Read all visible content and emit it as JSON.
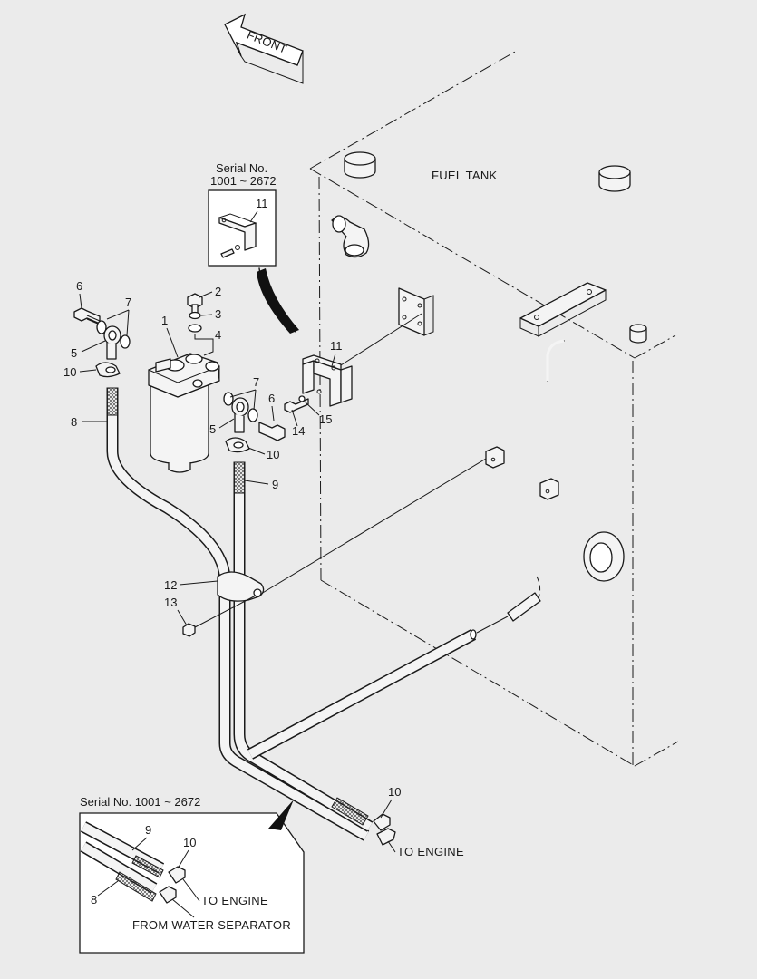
{
  "front_arrow": {
    "label": "FRONT"
  },
  "fuel_tank": {
    "label": "FUEL TANK"
  },
  "detail_top": {
    "serial_line1": "Serial No.",
    "serial_line2": "1001 ~ 2672",
    "callout": "11"
  },
  "detail_bottom": {
    "serial": "Serial No. 1001 ~ 2672",
    "callouts": {
      "hose_9": "9",
      "clamp_10": "10",
      "hose_8": "8"
    },
    "to_engine": "TO ENGINE",
    "from_water_separator": "FROM WATER SEPARATOR"
  },
  "to_engine_main": "TO ENGINE",
  "callouts": {
    "filter_1": "1",
    "bolt_2": "2",
    "washer_3": "3",
    "washer_4": "4",
    "eye_5_left": "5",
    "eye_5_right": "5",
    "bolt_6_left": "6",
    "bolt_6_right": "6",
    "washer_7_left": "7",
    "washer_7_right": "7",
    "hose_8": "8",
    "hose_9": "9",
    "clamp_10_left": "10",
    "clamp_10_right": "10",
    "clamp_10_engine": "10",
    "bracket_11": "11",
    "clamp_12": "12",
    "bolt_13": "13",
    "bolt_14": "14",
    "washer_15": "15"
  }
}
